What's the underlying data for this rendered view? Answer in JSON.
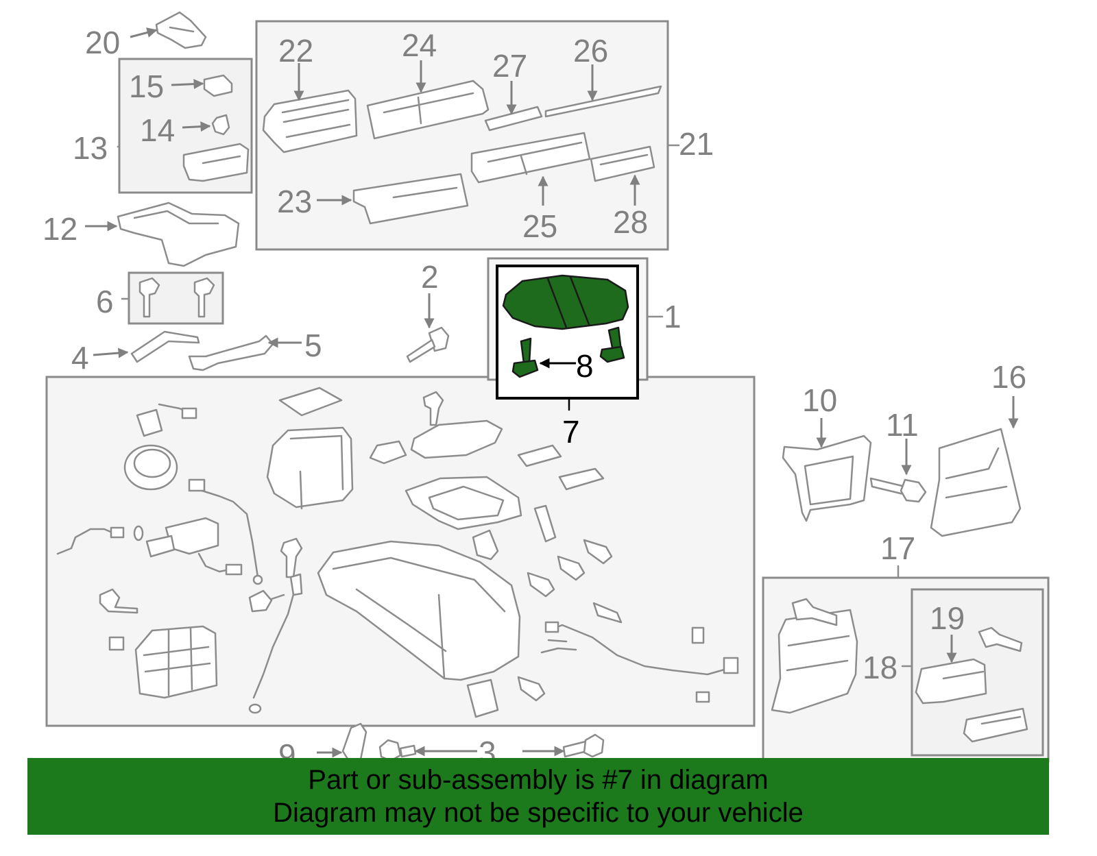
{
  "callouts": {
    "c1": "1",
    "c2": "2",
    "c3": "3",
    "c4": "4",
    "c5": "5",
    "c6": "6",
    "c7": "7",
    "c8": "8",
    "c9": "9",
    "c10": "10",
    "c11": "11",
    "c12": "12",
    "c13": "13",
    "c14": "14",
    "c15": "15",
    "c16": "16",
    "c17": "17",
    "c18": "18",
    "c19": "19",
    "c20": "20",
    "c21": "21",
    "c22": "22",
    "c23": "23",
    "c24": "24",
    "c25": "25",
    "c26": "26",
    "c27": "27",
    "c28": "28"
  },
  "highlighted_part": "7",
  "colors": {
    "banner": "#1c7a1c",
    "highlight": "#1e6b1e",
    "linework": "#8c8c8c"
  },
  "banner": {
    "line1": "Part or sub-assembly is #7 in diagram",
    "line2": "Diagram may not be specific to your vehicle"
  }
}
